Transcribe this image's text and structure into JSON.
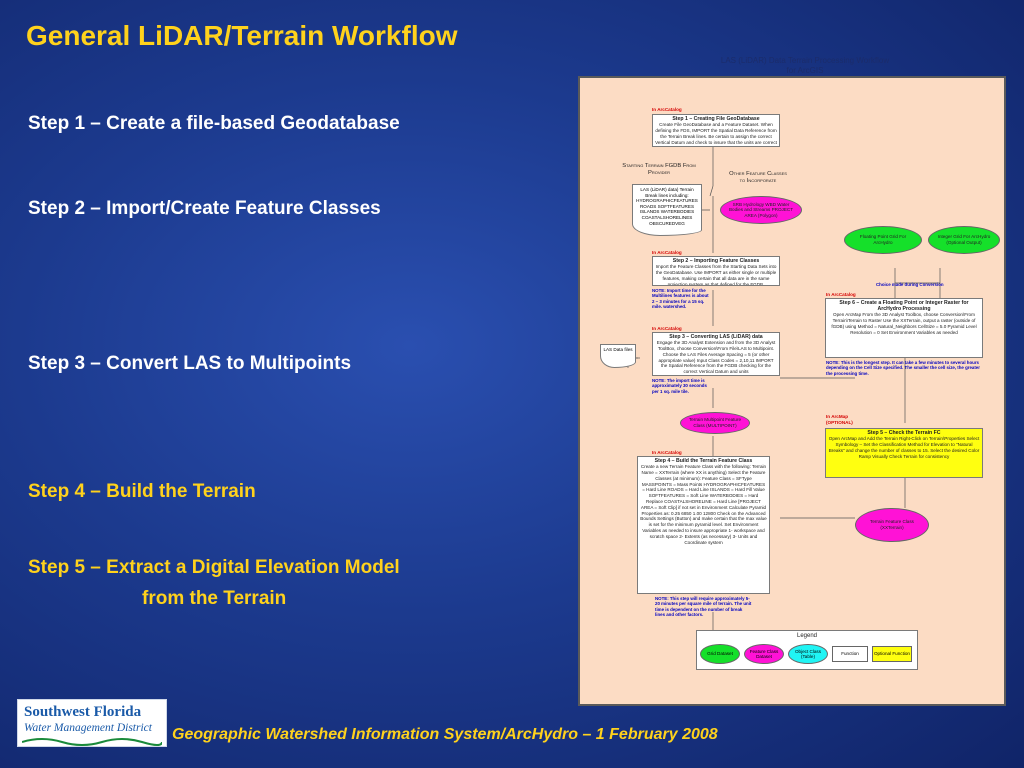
{
  "title": "General LiDAR/Terrain Workflow",
  "steps": {
    "s1": "Step 1 – Create a file-based Geodatabase",
    "s2": "Step 2 – Import/Create Feature Classes",
    "s3": "Step 3 – Convert LAS to Multipoints",
    "s4": "Step 4 – Build the Terrain",
    "s5a": "Step 5 – Extract a Digital Elevation Model",
    "s5b": "from the Terrain"
  },
  "flow": {
    "title_l1": "LAS (LiDAR) Data Terrain Processing Workflow",
    "title_l2": "for ArcGIS",
    "in_arccatalog": "In ArcCatalog",
    "in_arcmap": "In ArcMap",
    "in_arcmap_optional": "(OPTIONAL)",
    "step1": {
      "head": "Step 1 – Creating File GeoDatabase",
      "body": "Create File GeoDatabase and a Feature Dataset. When defining the FDS, IMPORT the Spatial Data Reference from the Terrain Break lines. Be certain to assign the correct Vertical Datum and check to insure that the units are correct"
    },
    "starting_terrain": "Starting Terrain FGDB From Provider",
    "starting_doc": "LAS (LiDAR) data) Terrain Break lines including: HYDROGRAPHICFEATURES ROADS SOFTFEATURES ISLANDS WATERBODIES COASTALSHORELINES OBSCUREDVEG",
    "other_feature": "Other Feature Classes to Incorporate",
    "other_ellipse": "SRB Hydrology WBD Water Bodies and Streams PROJECT AREA (Polygon)",
    "step2": {
      "head": "Step 2 – Importing Feature Classes",
      "body": "Import the Feature Classes from the Starting Data Sets into the GeoDatabase. Use IMPORT as either single or multiple features, making certain that all data are in the same projection system as that defined for the FGDB."
    },
    "note2": "NOTE: Import time for the Multilines features is about 2 – 3 minutes for a 15 sq. mile. watershed.",
    "las_doc": "LAS Data files",
    "step3": {
      "head": "Step 3 – Converting LAS (LiDAR) data",
      "body": "Engage the 3D Analyst Extension and from the 3D Analyst ToolBox, choose Conversion\\From File\\LAS to Multipoint. Choose the LAS Files Average Spacing = 5 (or other appropriate value) Input Class Codes = 2,10,11 IMPORT the Spatial Reference from the FGDB checking for the correct Vertical Datum and units"
    },
    "note3": "NOTE: The import time is approximately 30 seconds per 1 sq. mile tile.",
    "terrain_ellipse": "Terrain Multipoint Feature Class (MULTIPOINT)",
    "step4": {
      "head": "Step 4 – Build the Terrain Feature Class",
      "body": "Create a new Terrain Feature Class with the following: Terrain Name = XXTerrain (where XX is anything) Select the Feature Classes (at minimum): Feature Class = SFType MASSPOINTS = Mass Points HYDROGRAPHICFEATURES = Hard Line ROADS = Hard Line ISLANDS = Hard Fill Value SOFTFEATURES = Soft Line WATERBODIES = Hard Replace COASTALSHORELINE = Hard Line [PROJECT AREA = Soft Clip] if not set in Environment Calculate Pyramid Properties as: 0.25 6850 1.00 12800 Check on the Advanced Bounds Settings (Button) and make certain that the max value is set for the minimum pyramid level. Set Environment Variables as needed to insure appropriate 1- workspace and scratch space 2- Extents (as necessary) 3- Units and Coordinate system"
    },
    "note4": "NOTE: This step will require approximately 5-20 minutes per square mile of terrain. The unit time is dependent on the number of break lines and other factors.",
    "float_green": "Floating Point Grid For ArcHydro",
    "int_green": "Integer Grid For ArcHydro (Optional Output)",
    "choice_text": "Choice made during Conversion",
    "step6": {
      "head": "Step 6 – Create a Floating Point or Integer Raster for ArcHydro Processing",
      "body": "Open ArcMap From the 3D Analyst Toolbox, choose Conversion\\From Terrain\\Terrain to Raster Use the XXTerrain, output a raster (outside of fGDB) using Method = Natural_Neighbors CellSize = 5.0 Pyramid Level Resolution = 0 Set Environment Variables as needed"
    },
    "note6": "NOTE: This is the longest step. It can take a few minutes to several hours depending on the Cell Size specified. The smaller the cell size, the greater the processing time.",
    "step5": {
      "head": "Step 5 – Check the Terrain FC",
      "body": "Open ArcMap and Add the Terrain Right-Click on Terrain\\Properties Select Symbology – Set the Classification Method for Elevation to \"Natural Breaks\" and change the number of classes to 15. Select the desired Color Ramp Visually Check Terrain for consistency"
    },
    "terrain_fc_ellipse": "Terrain Feature Class (XXTerrain)",
    "legend": {
      "title": "Legend",
      "grid": "Grid Dataset",
      "feature": "Feature Class Dataset",
      "object": "Object Class (Table)",
      "function": "Function",
      "optional": "Optional Function"
    }
  },
  "logo": {
    "line1": "Southwest Florida",
    "line2": "Water Management District"
  },
  "footer": "Geographic Watershed Information System/ArcHydro – 1 February 2008",
  "colors": {
    "title": "#ffd21c",
    "panel": "#fcdcc4",
    "grid": "#15e02a",
    "feature": "#ff12d6",
    "object": "#20f4f4",
    "optional": "#ffff10"
  }
}
